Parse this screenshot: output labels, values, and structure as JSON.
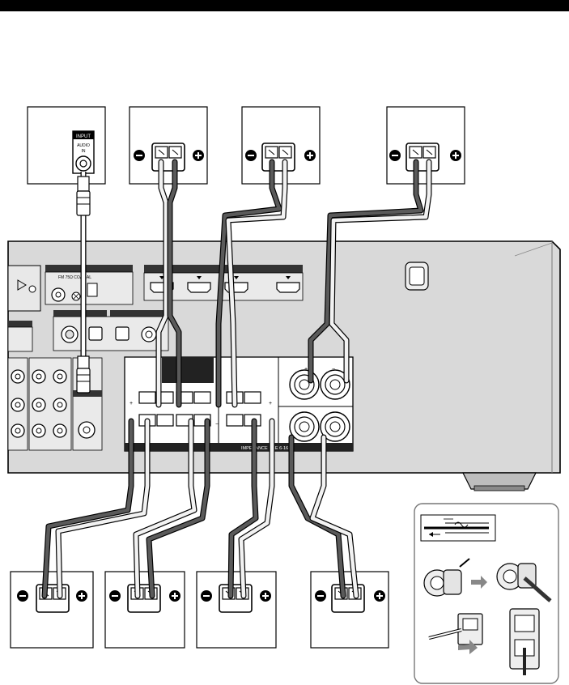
{
  "diagram": {
    "subwoofer_input": {
      "header": "INPUT",
      "line1": "AUDIO",
      "line2": "IN"
    },
    "receiver": {
      "antenna_label": "FM 75Ω COAXIAL",
      "impedance_label": "IMPEDANCE USE 6-16Ω",
      "plus": "+",
      "minus": "−"
    }
  }
}
